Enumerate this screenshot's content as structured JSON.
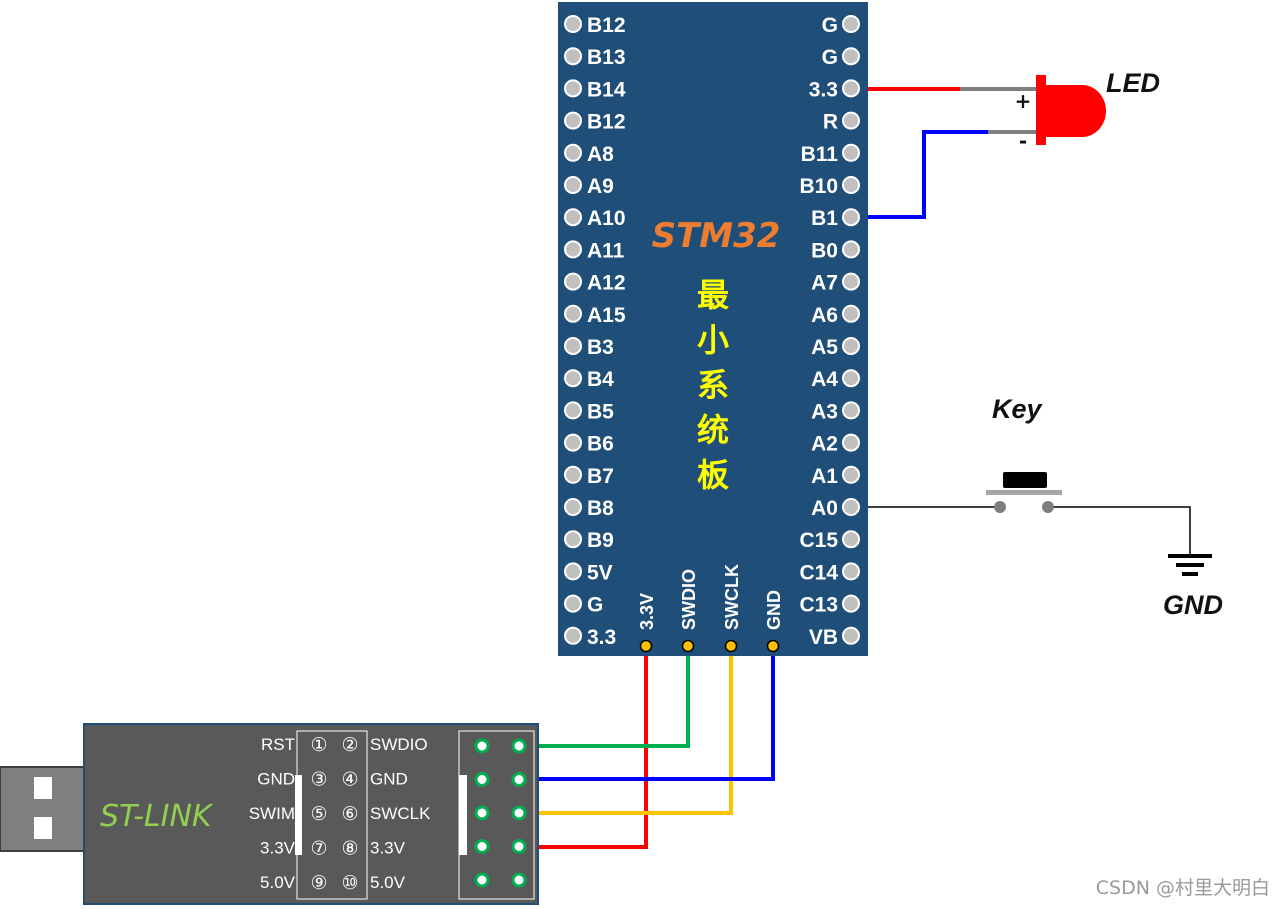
{
  "board": {
    "title": "STM32",
    "subtitle_chars": [
      "最",
      "小",
      "系",
      "统",
      "板"
    ],
    "left_pins": [
      "B12",
      "B13",
      "B14",
      "B12",
      "A8",
      "A9",
      "A10",
      "A11",
      "A12",
      "A15",
      "B3",
      "B4",
      "B5",
      "B6",
      "B7",
      "B8",
      "B9",
      "5V",
      "G",
      "3.3"
    ],
    "right_pins": [
      "G",
      "G",
      "3.3",
      "R",
      "B11",
      "B10",
      "B1",
      "B0",
      "A7",
      "A6",
      "A5",
      "A4",
      "A3",
      "A2",
      "A1",
      "A0",
      "C15",
      "C14",
      "C13",
      "VB"
    ],
    "bottom_pins": [
      "3.3V",
      "SWDIO",
      "SWCLK",
      "GND"
    ],
    "colors": {
      "body": "#1f4e79",
      "title": "#ed7d31",
      "subtitle": "#ffff00",
      "pin_hole": "#c0c0c0",
      "bottom_pin": "#ffc000"
    }
  },
  "led": {
    "label": "LED",
    "plus": "+",
    "minus": "-",
    "color": "#ff0000"
  },
  "key": {
    "label": "Key"
  },
  "ground": {
    "label": "GND"
  },
  "stlink": {
    "title": "ST-LINK",
    "left_labels": [
      "RST",
      "GND",
      "SWIM",
      "3.3V",
      "5.0V"
    ],
    "left_numbers": [
      "①",
      "③",
      "⑤",
      "⑦",
      "⑨"
    ],
    "right_numbers": [
      "②",
      "④",
      "⑥",
      "⑧",
      "⑩"
    ],
    "right_labels": [
      "SWDIO",
      "GND",
      "SWCLK",
      "3.3V",
      "5.0V"
    ],
    "colors": {
      "body": "#595959",
      "title": "#92d050",
      "header_pin": "#00b050"
    }
  },
  "wires": {
    "power": "#ff0000",
    "ground": "#0000ff",
    "swdio": "#00b050",
    "swclk": "#ffc000",
    "key": "#000000"
  },
  "watermark": "CSDN @村里大明白"
}
